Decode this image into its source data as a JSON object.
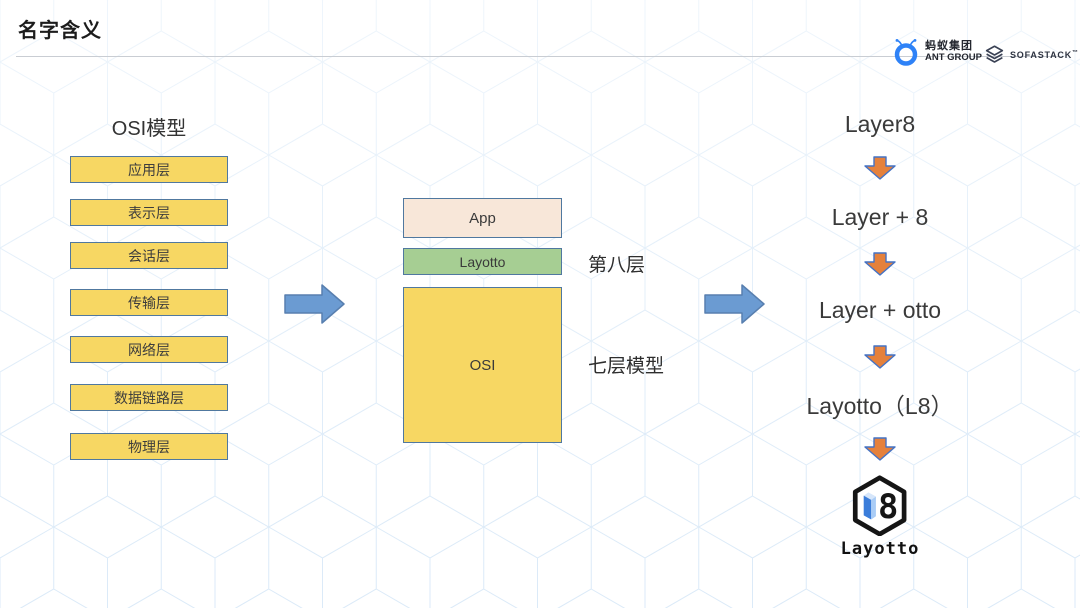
{
  "slide": {
    "title": "名字含义"
  },
  "brand": {
    "ant_group": {
      "name_cn": "蚂蚁集团",
      "name_en": "ANT GROUP"
    },
    "sofastack": {
      "name": "SOFASTACK",
      "trademark": "™"
    }
  },
  "osi_column": {
    "heading": "OSI模型",
    "layers": [
      "应用层",
      "表示层",
      "会话层",
      "传输层",
      "网络层",
      "数据链路层",
      "物理层"
    ]
  },
  "stack_column": {
    "app_box": "App",
    "layotto_box": "Layotto",
    "osi_box": "OSI",
    "layotto_annotation": "第八层",
    "osi_annotation": "七层模型"
  },
  "naming_column": {
    "steps": [
      "Layer8",
      "Layer + 8",
      "Layer + otto",
      "Layotto（L8）"
    ],
    "logo_mark": "8",
    "logo_text": "Layotto"
  },
  "colors": {
    "osi_box_fill": "#F7D763",
    "box_border": "#50789F",
    "app_box_fill": "#F8E7D9",
    "layotto_box_fill": "#A6CE93",
    "flow_arrow_fill": "#6B9BD2",
    "down_arrow_fill": "#E5813C",
    "down_arrow_border": "#4472C4",
    "ant_blue": "#2E82F7",
    "logo_blue": "#3B7DDA",
    "pattern_line": "#CFE2F5"
  }
}
